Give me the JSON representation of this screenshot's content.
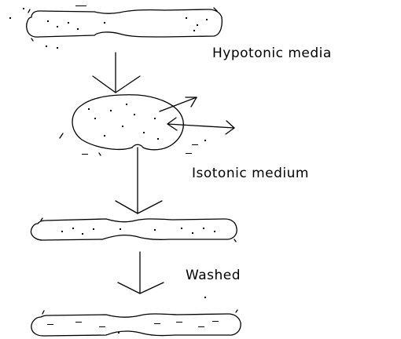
{
  "steps": [
    {
      "label": "Hypotonic media"
    },
    {
      "label": "Isotonic medium"
    },
    {
      "label": "Washed"
    }
  ]
}
